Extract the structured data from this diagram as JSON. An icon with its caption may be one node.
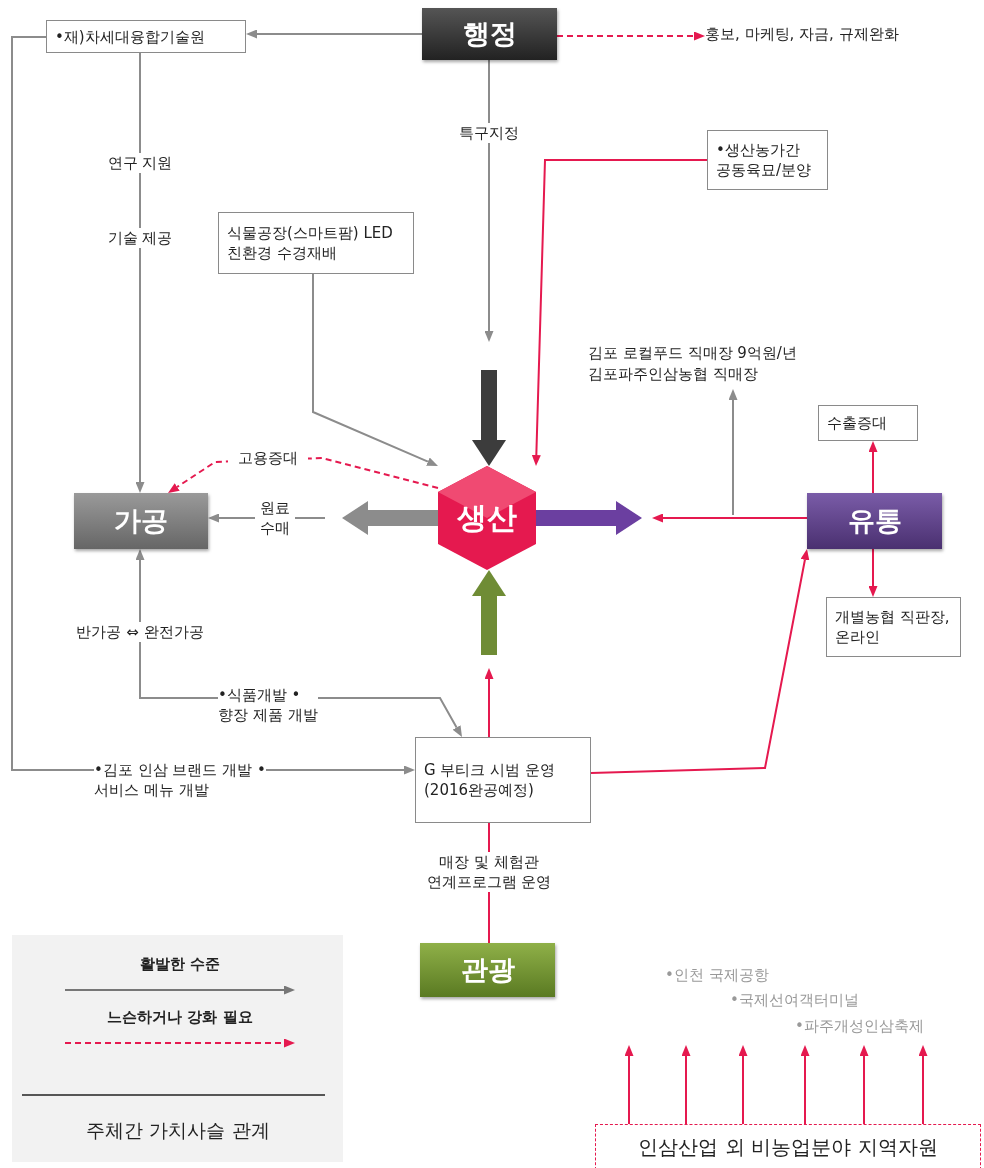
{
  "diagram": {
    "nodes": [
      {
        "text": [
          "•재)차세대융합기술원"
        ]
      },
      {
        "text": [
          "행정"
        ]
      },
      {
        "text": [
          "홍보, 마케팅, 자금, 규제완화"
        ]
      },
      {
        "text": [
          "•생산농가간 공동육묘/분양"
        ]
      },
      {
        "text": [
          "식물공장(스마트팜) LED 친환경 수경재배"
        ]
      },
      {
        "text": [
          "생산"
        ]
      },
      {
        "text": [
          "가공"
        ]
      },
      {
        "text": [
          "유통"
        ]
      },
      {
        "text": [
          "김포 로컬푸드 직매장 9억원/년 김포파주인삼농협 직매장"
        ]
      },
      {
        "text": [
          "수출증대"
        ]
      },
      {
        "text": [
          "개별농협 직판장, 온라인"
        ]
      },
      {
        "text": [
          "G 부티크 시범 운영 (2016완공예정)"
        ]
      },
      {
        "text": [
          "관광"
        ]
      },
      {
        "text": [
          "인삼산업 외 비농업분야 지역자원"
        ]
      }
    ],
    "edges": [
      {
        "from": 1,
        "to": 0,
        "arrow": "to",
        "color": "#8c8c8c"
      },
      {
        "from": 1,
        "to": 2,
        "arrow": "to",
        "style": "dashed"
      },
      {
        "from": 1,
        "to": null,
        "arrow": "to",
        "color": "#8c8c8c",
        "label": "특구지정"
      },
      {
        "from": null,
        "to": 5,
        "arrow": "to",
        "style": "thick",
        "color": "#3c3c3c"
      },
      {
        "from": 0,
        "to": 6,
        "arrow": "to",
        "color": "#8c8c8c",
        "label": "연구 지원"
      },
      {
        "from": 0,
        "to": 11,
        "arrow": "to",
        "color": "#8c8c8c",
        "label": "•김포 인삼 브랜드 개발 •서비스 메뉴 개발"
      },
      {
        "from": 4,
        "to": 5,
        "arrow": "to",
        "color": "#8c8c8c"
      },
      {
        "from": 3,
        "to": 5,
        "arrow": "to"
      },
      {
        "from": 5,
        "to": 6,
        "arrow": "to",
        "style": "dashed",
        "label": "고용증대"
      },
      {
        "from": 5,
        "to": null,
        "arrow": "to",
        "style": "thick",
        "color": "#8c8c8c"
      },
      {
        "from": null,
        "to": 6,
        "arrow": "to",
        "color": "#8c8c8c",
        "label": "원료 수매"
      },
      {
        "from": 5,
        "to": null,
        "arrow": "to",
        "style": "thick",
        "color": "#6b3fa0"
      },
      {
        "from": 7,
        "to": null,
        "arrow": "to"
      },
      {
        "from": null,
        "to": 8,
        "arrow": "to",
        "color": "#8c8c8c"
      },
      {
        "from": 7,
        "to": 9,
        "arrow": "to"
      },
      {
        "from": 7,
        "to": 10,
        "arrow": "to"
      },
      {
        "from": 6,
        "to": 11,
        "arrow": "both",
        "color": "#8c8c8c",
        "label": "•식품개발 •향장 제품 개발"
      },
      {
        "from": 11,
        "to": null,
        "arrow": "to"
      },
      {
        "from": null,
        "to": 5,
        "arrow": "to",
        "style": "thick",
        "color": "#6f8c35"
      },
      {
        "from": 11,
        "to": 7,
        "arrow": "to"
      },
      {
        "from": 12,
        "to": 11,
        "arrow": "none",
        "label": "매장 및 체험관 연계프로그램 운영"
      },
      {
        "from": 13,
        "to": null,
        "arrow": "to"
      },
      {
        "from": 13,
        "to": null,
        "arrow": "to"
      },
      {
        "from": 13,
        "to": null,
        "arrow": "to"
      },
      {
        "from": 13,
        "to": null,
        "arrow": "to"
      },
      {
        "from": 13,
        "to": null,
        "arrow": "to"
      },
      {
        "from": 13,
        "to": null,
        "arrow": "to"
      }
    ],
    "labels": [
      "기술 제공",
      "반가공 ⇔ 완전가공",
      "•인천 국제공항",
      "•국제선여객터미널",
      "•파주개성인삼축제",
      "주체간 가치사슬 관계"
    ],
    "legend": [
      {
        "text": "활발한 수준"
      },
      {
        "text": "느슨하거나 강화 필요"
      }
    ]
  }
}
